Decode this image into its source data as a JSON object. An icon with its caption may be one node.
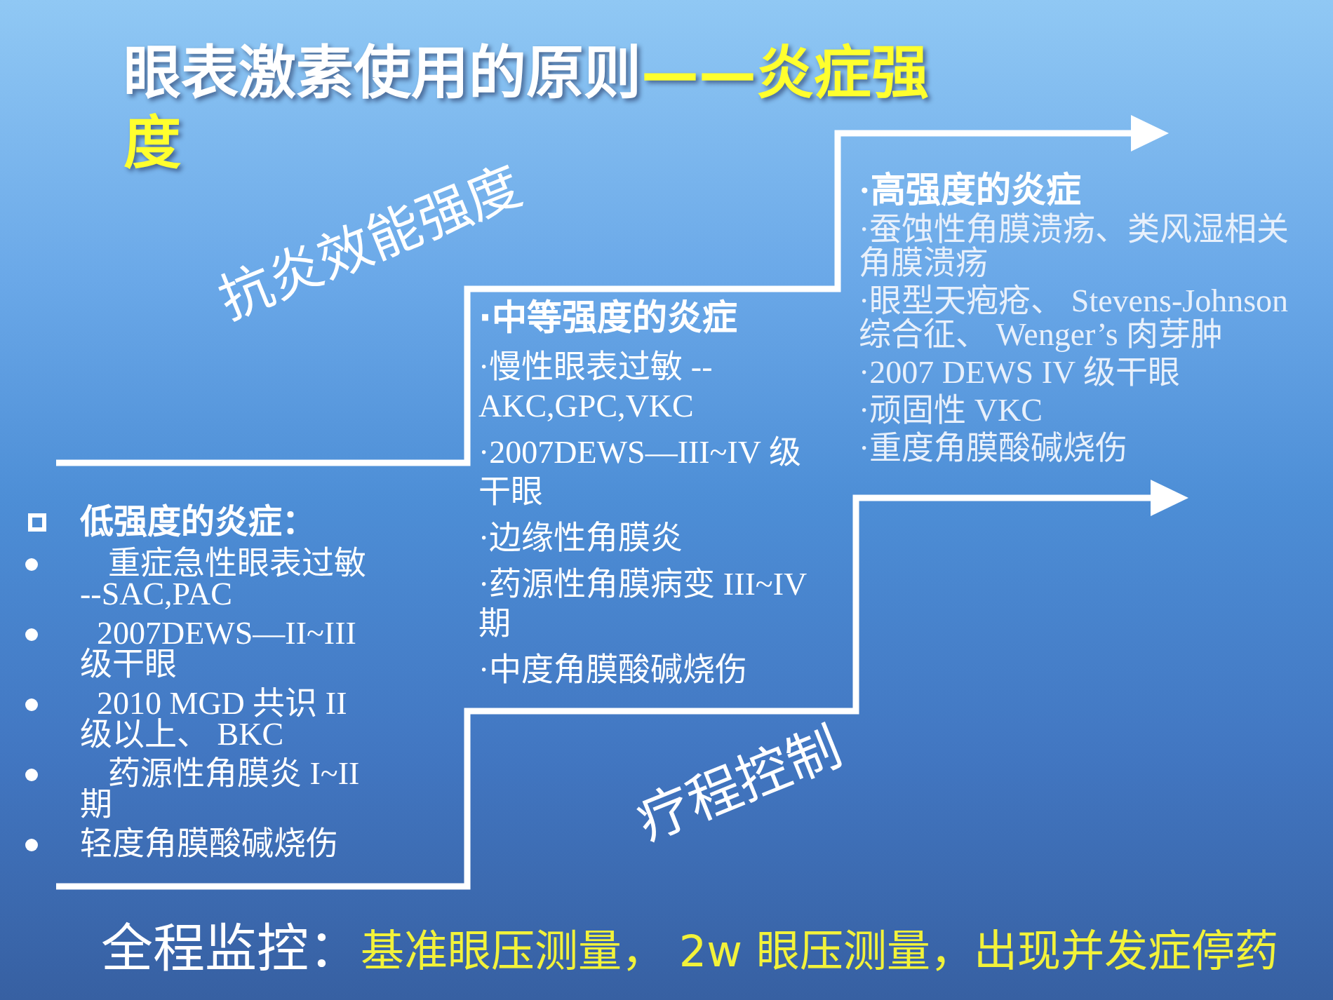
{
  "diagram": {
    "title": "眼表激素使用的原则",
    "labels": [
      "——炎症强度",
      "抗炎效能强度",
      "·高强度的炎症",
      "·蚕蚀性角膜溃疡、类风湿相关角膜溃疡",
      "·眼型天疱疮、 Stevens-Johnson 综合征、 Wenger’s 肉芽肿",
      "·2007 DEWS IV 级干眼",
      "·顽固性 VKC",
      "·重度角膜酸碱烧伤",
      "·中等强度的炎症",
      "·慢性眼表过敏 -- AKC,GPC,VKC",
      "·2007DEWS—III~IV 级干眼",
      "·边缘性角膜炎",
      "·药源性角膜病变 III~IV 期",
      "·中度角膜酸碱烧伤",
      "低强度的炎症：",
      "重症急性眼表过敏 --SAC,PAC",
      "2007DEWS—II~III 级干眼",
      "2010 MGD 共识 II 级以上、 BKC",
      "药源性角膜炎 I~II 期",
      "轻度角膜酸碱烧伤",
      "疗程控制",
      "全程监控：",
      "基准眼压测量， 2w 眼压测量，出现并发症停药"
    ]
  }
}
